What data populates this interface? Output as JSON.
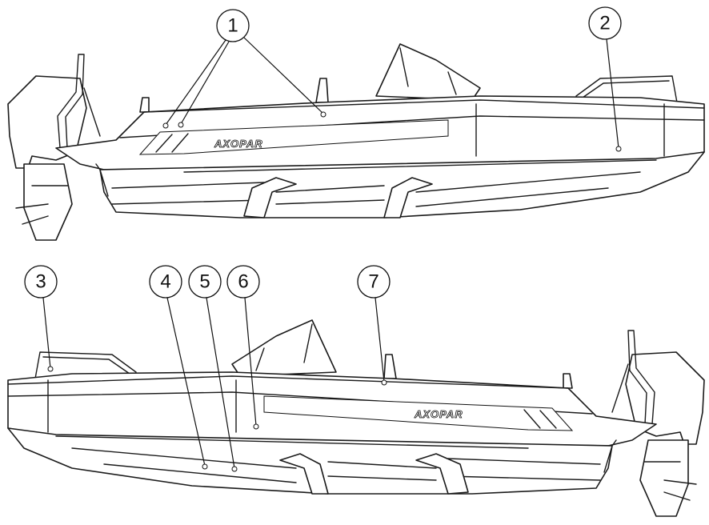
{
  "diagram": {
    "brand_logo": "AXOPAR",
    "callouts": [
      {
        "number": "1"
      },
      {
        "number": "2"
      },
      {
        "number": "3"
      },
      {
        "number": "4"
      },
      {
        "number": "5"
      },
      {
        "number": "6"
      },
      {
        "number": "7"
      }
    ]
  }
}
